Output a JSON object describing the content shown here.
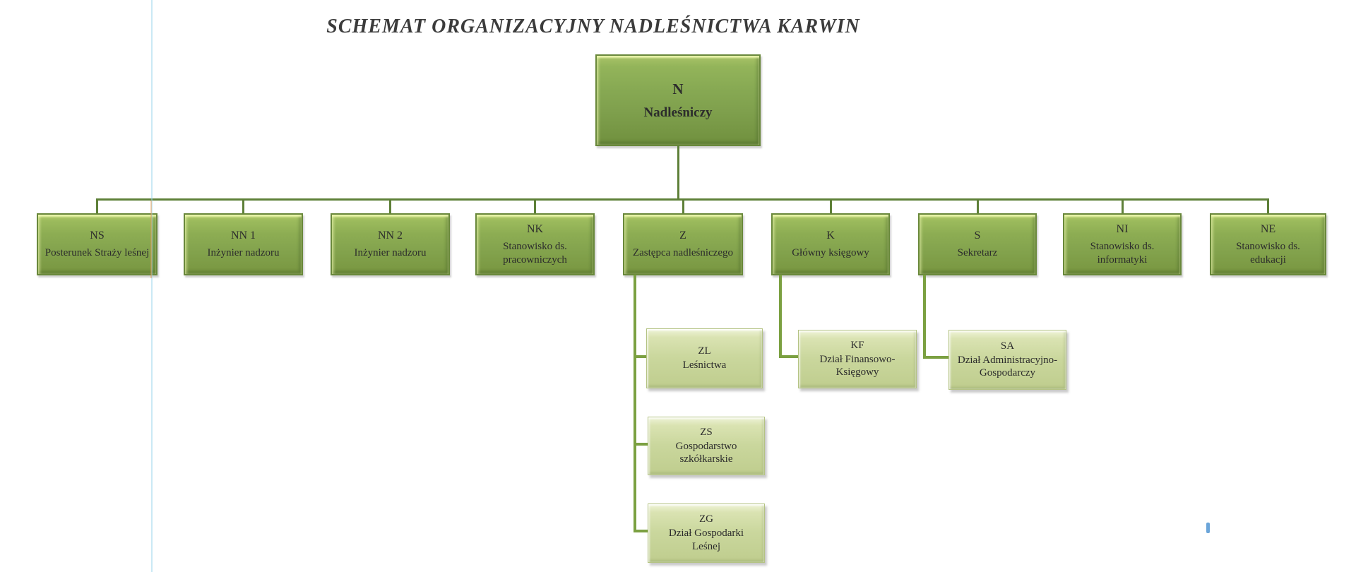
{
  "title": "SCHEMAT ORGANIZACYJNY NADLEŚNICTWA KARWIN",
  "root": {
    "code": "N",
    "name": "Nadleśniczy"
  },
  "level2": [
    {
      "code": "NS",
      "name": "Posterunek Straży leśnej"
    },
    {
      "code": "NN 1",
      "name": "Inżynier nadzoru"
    },
    {
      "code": "NN 2",
      "name": "Inżynier nadzoru"
    },
    {
      "code": "NK",
      "name": "Stanowisko ds. pracowniczych"
    },
    {
      "code": "Z",
      "name": "Zastępca nadleśniczego"
    },
    {
      "code": "K",
      "name": "Główny księgowy"
    },
    {
      "code": "S",
      "name": "Sekretarz"
    },
    {
      "code": "NI",
      "name": "Stanowisko ds. informatyki"
    },
    {
      "code": "NE",
      "name": "Stanowisko ds. edukacji"
    }
  ],
  "level3": [
    {
      "parent": "Z",
      "code": "ZL",
      "name": "Leśnictwa"
    },
    {
      "parent": "Z",
      "code": "ZS",
      "name": "Gospodarstwo szkółkarskie"
    },
    {
      "parent": "Z",
      "code": "ZG",
      "name": "Dział Gospodarki Leśnej"
    },
    {
      "parent": "K",
      "code": "KF",
      "name": "Dział Finansowo-Księgowy"
    },
    {
      "parent": "S",
      "code": "SA",
      "name": "Dział Administracyjno-Gospodarczy"
    }
  ],
  "colors": {
    "box_green_main": "#8dad53",
    "box_green_light": "#cad79d",
    "box_border_dark": "#69883b",
    "connector_dark": "#5e8038",
    "connector_light": "#7ba041",
    "title_text": "#3b3b3b",
    "box_text": "#2c2c2c",
    "background": "#ffffff"
  }
}
